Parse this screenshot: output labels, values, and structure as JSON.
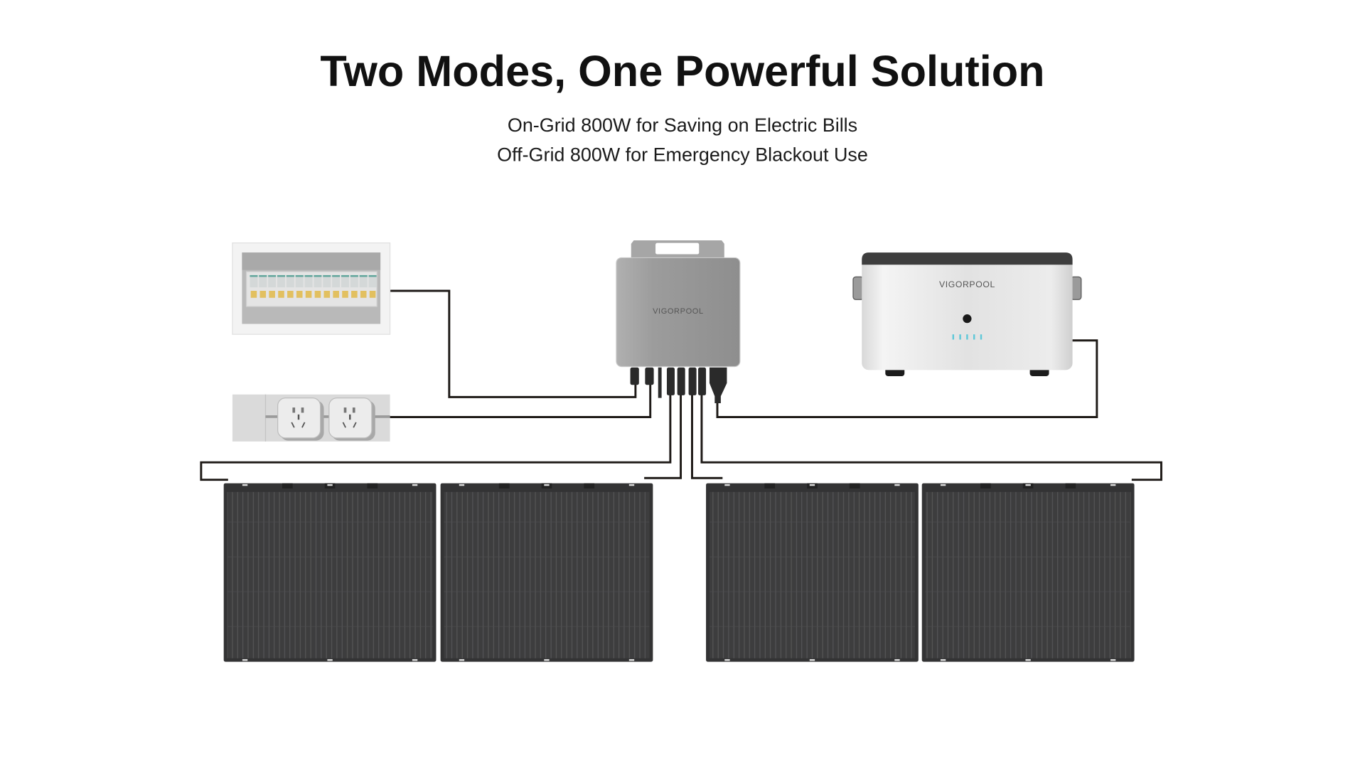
{
  "header": {
    "title": "Two Modes, One Powerful Solution",
    "subtitle_line1": "On-Grid 800W for Saving on Electric Bills",
    "subtitle_line2": "Off-Grid 800W for Emergency Blackout Use"
  },
  "devices": {
    "inverter_brand": "VIGORPOOL",
    "battery_brand": "VIGORPOOL"
  },
  "colors": {
    "panel": "#3b3b3c",
    "wire": "#1e1a17",
    "led": "#5fc8d8",
    "inverter": "#9a9a9a"
  }
}
